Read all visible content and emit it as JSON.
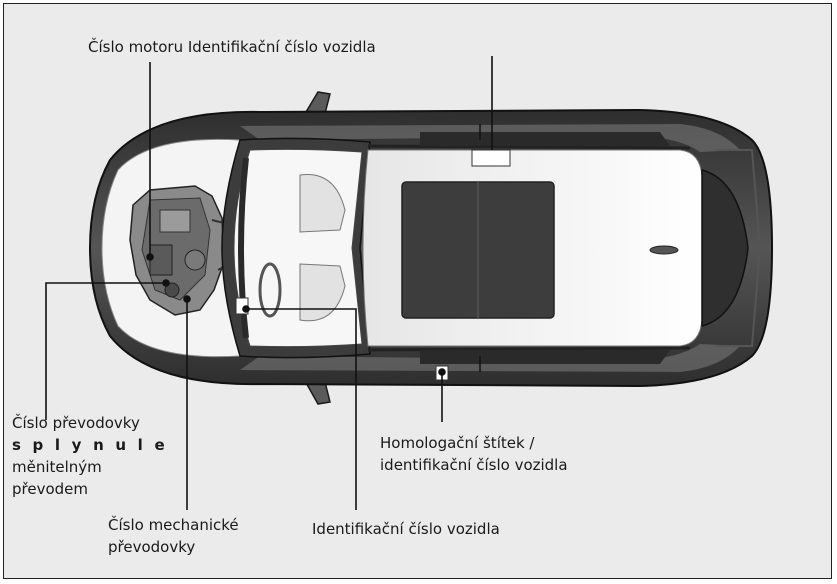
{
  "labels": {
    "engine_number": "Číslo motoru",
    "vin_top": "Identifikační číslo vozidla",
    "cvt_line1": "Číslo převodovky",
    "cvt_line2": "s p l y n u l e",
    "cvt_line3": "měnitelným",
    "cvt_line4": "převodem",
    "manual_line1": "Číslo mechanické",
    "manual_line2": "převodovky",
    "homologation_line1": "Homologační štítek /",
    "homologation_line2": "identifikační číslo vozidla",
    "vin_bottom": "Identifikační číslo vozidla"
  },
  "colors": {
    "panel_bg": "#ebebeb",
    "body_dark": "#3a3a3a",
    "body_light": "#f2f2f2",
    "glass": "#2d2d2d",
    "leader_line": "#111111"
  }
}
